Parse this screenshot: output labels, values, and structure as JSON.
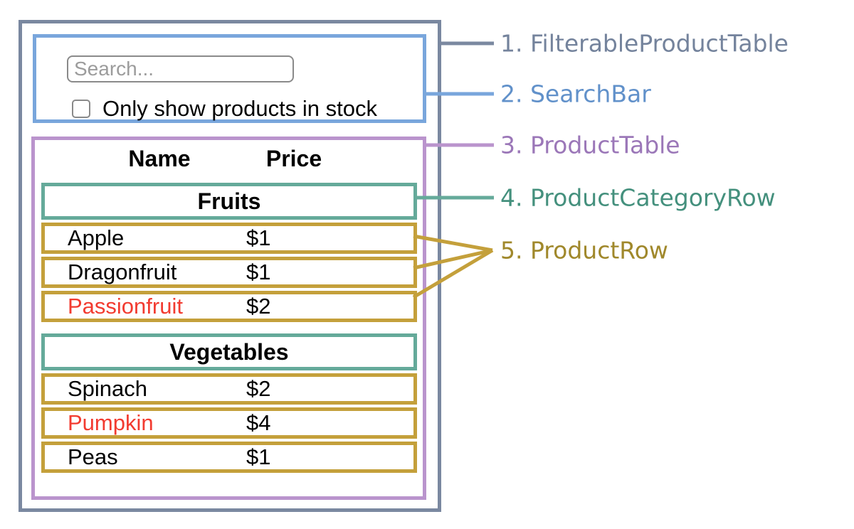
{
  "search_bar": {
    "placeholder": "Search...",
    "checkbox_label": "Only show products in stock",
    "checkbox_checked": false
  },
  "table": {
    "columns": [
      "Name",
      "Price"
    ],
    "sections": [
      {
        "category": "Fruits",
        "products": [
          {
            "name": "Apple",
            "price": "$1",
            "out_of_stock": false
          },
          {
            "name": "Dragonfruit",
            "price": "$1",
            "out_of_stock": false
          },
          {
            "name": "Passionfruit",
            "price": "$2",
            "out_of_stock": true
          }
        ]
      },
      {
        "category": "Vegetables",
        "products": [
          {
            "name": "Spinach",
            "price": "$2",
            "out_of_stock": false
          },
          {
            "name": "Pumpkin",
            "price": "$4",
            "out_of_stock": true
          },
          {
            "name": "Peas",
            "price": "$1",
            "out_of_stock": false
          }
        ]
      }
    ]
  },
  "components": [
    {
      "id": "filterable-product-table",
      "label": "1. FilterableProductTable",
      "border_color": "#7A88A0",
      "label_color": "#74839C"
    },
    {
      "id": "search-bar",
      "label": "2. SearchBar",
      "border_color": "#79A6DC",
      "label_color": "#6191CA"
    },
    {
      "id": "product-table",
      "label": "3. ProductTable",
      "border_color": "#BA94CD",
      "label_color": "#9B77B8"
    },
    {
      "id": "product-category-row",
      "label": "4. ProductCategoryRow",
      "border_color": "#65AA9A",
      "label_color": "#44907D"
    },
    {
      "id": "product-row",
      "label": "5. ProductRow",
      "border_color": "#C4A03B",
      "label_color": "#A0882B"
    }
  ],
  "colors": {
    "out_of_stock_text": "#F23B30",
    "input_border": "#8A8A8A",
    "placeholder_text": "#9C9C9C",
    "text": "#000000"
  }
}
